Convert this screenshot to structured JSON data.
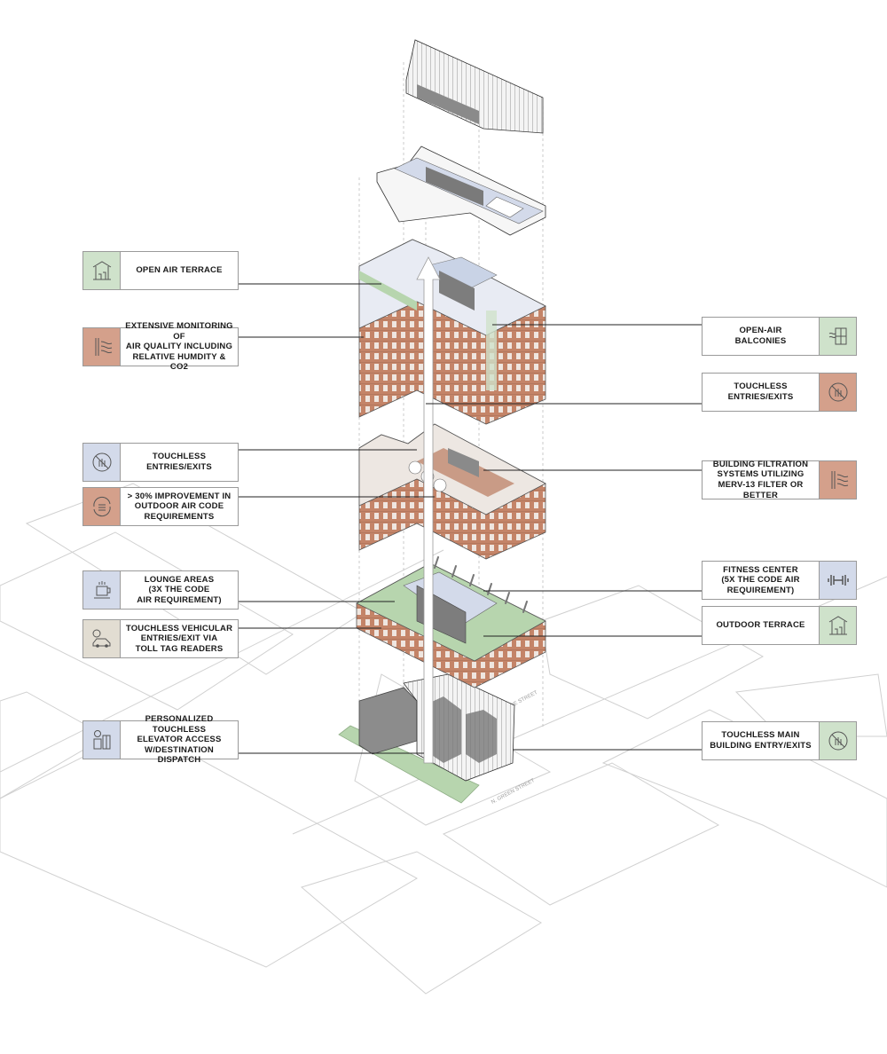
{
  "colors": {
    "green": "#cfe2cb",
    "terracotta": "#d4a08b",
    "blue": "#d3daea",
    "beige": "#e2ddd2",
    "brick": "#b97a5f",
    "glass": "#c9d3e6",
    "roof_green": "#b7d5ae"
  },
  "callouts_left": [
    {
      "label": "OPEN AIR TERRACE",
      "icon": "open-air-terrace-icon",
      "color": "#cfe2cb"
    },
    {
      "label": "EXTENSIVE MONITORING OF\nAIR QUALITY INCLUDING\nRELATIVE HUMDITY & CO2",
      "icon": "air-monitoring-icon",
      "color": "#d4a08b"
    },
    {
      "label": "TOUCHLESS\nENTRIES/EXITS",
      "icon": "touchless-hand-icon",
      "color": "#d3daea"
    },
    {
      "label": "> 30% IMPROVEMENT IN\nOUTDOOR AIR CODE\nREQUIREMENTS",
      "icon": "outdoor-air-cycle-icon",
      "color": "#d4a08b"
    },
    {
      "label": "LOUNGE AREAS\n(3X THE CODE\nAIR REQUIREMENT)",
      "icon": "lounge-cup-icon",
      "color": "#d3daea"
    },
    {
      "label": "TOUCHLESS VEHICULAR\nENTRIES/EXIT VIA\nTOLL TAG READERS",
      "icon": "vehicle-toll-icon",
      "color": "#e2ddd2"
    },
    {
      "label": "PERSONALIZED TOUCHLESS\nELEVATOR ACCESS\nW/DESTINATION DISPATCH",
      "icon": "elevator-access-icon",
      "color": "#d3daea"
    }
  ],
  "callouts_right": [
    {
      "label": "OPEN-AIR\nBALCONIES",
      "icon": "balcony-icon",
      "color": "#cfe2cb"
    },
    {
      "label": "TOUCHLESS\nENTRIES/EXITS",
      "icon": "touchless-hand-icon",
      "color": "#d4a08b"
    },
    {
      "label": "BUILDING FILTRATION\nSYSTEMS UTILIZING\nMERV-13 FILTER OR BETTER",
      "icon": "filtration-icon",
      "color": "#d4a08b"
    },
    {
      "label": "FITNESS CENTER\n(5X THE CODE AIR\nREQUIREMENT)",
      "icon": "dumbbell-icon",
      "color": "#d3daea"
    },
    {
      "label": "OUTDOOR TERRACE",
      "icon": "outdoor-terrace-icon",
      "color": "#cfe2cb"
    },
    {
      "label": "TOUCHLESS MAIN\nBUILDING ENTRY/EXITS",
      "icon": "touchless-hand-icon",
      "color": "#cfe2cb"
    }
  ],
  "streets": [
    "N. KINZIE STREET",
    "N. GREEN STREET"
  ]
}
